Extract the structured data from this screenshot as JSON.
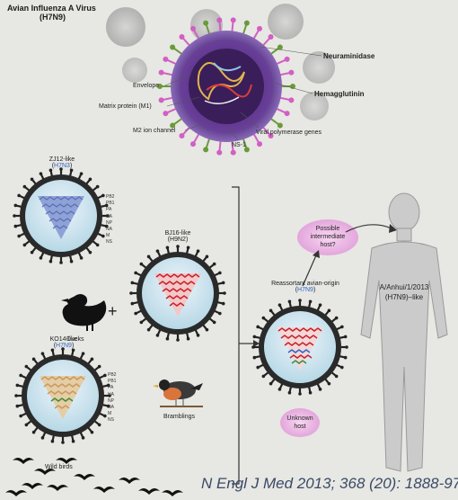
{
  "header": {
    "title_line1": "Avian Influenza A Virus",
    "title_line2": "(H7N9)"
  },
  "virion_labels": {
    "neuraminidase": "Neuraminidase",
    "hemagglutinin": "Hemagglutinin",
    "envelope": "Envelope",
    "matrix_protein": "Matrix protein (M1)",
    "m2_ion_channel": "M2 ion channel",
    "ns1": "NS-1",
    "viral_polymerase_genes": "Viral polymerase genes"
  },
  "strains": {
    "zj12": {
      "name": "ZJ12-like",
      "subtype_open": "(",
      "subtype": "H7N3",
      "subtype_close": ")"
    },
    "bj16": {
      "name": "BJ16-like",
      "subtype": "(H9N2)"
    },
    "ko14": {
      "name": "KO14-like",
      "subtype_open": "(",
      "subtype": "H7N9",
      "subtype_close": ")"
    },
    "reassortant": {
      "name": "Reassortant avian-origin",
      "subtype_open": "(",
      "subtype": "H7N9",
      "subtype_close": ")"
    },
    "human": {
      "name_line1": "A/Anhui/1/2013",
      "name_line2": "(H7N9)–like"
    }
  },
  "genes": [
    "PB2",
    "PB1",
    "PA",
    "HA",
    "NP",
    "NA",
    "M",
    "NS"
  ],
  "hosts": {
    "ducks": "Ducks",
    "bramblings": "Bramblings",
    "wild_birds": "Wild birds",
    "intermediate_line1": "Possible",
    "intermediate_line2": "intermediate",
    "intermediate_line3": "host?",
    "unknown_line1": "Unknown",
    "unknown_line2": "host"
  },
  "plus_sign": "+",
  "citation": "N Engl J Med 2013; 368 (20): 1888-97",
  "colors": {
    "background": "#e7e7e3",
    "virion_purple": "#5a3a8a",
    "spike_pink": "#d25fc4",
    "spike_green": "#6a9a3a",
    "segment_blue": "#8fa2d8",
    "segment_red": "#c8202a",
    "segment_tan": "#c79a5e",
    "segment_green": "#3c8c3c",
    "highlight_blue": "#2b64c4",
    "host_bubble_pink": "#f1c2ea",
    "human_gray": "#c9c9c9",
    "citation": "#3a4a66"
  }
}
